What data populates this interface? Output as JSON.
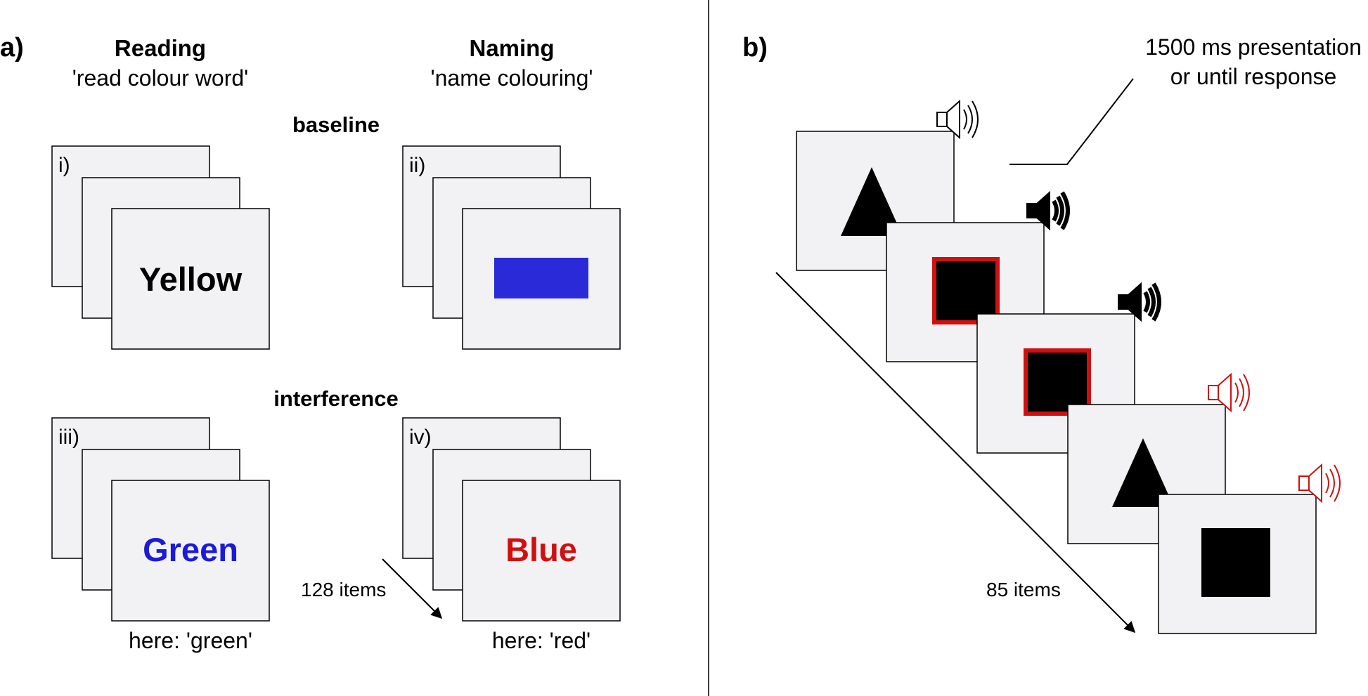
{
  "panel_a": {
    "label": "a)",
    "reading": {
      "title": "Reading",
      "subtitle": "'read colour word'"
    },
    "naming": {
      "title": "Naming",
      "subtitle": "'name colouring'"
    },
    "baseline_label": "baseline",
    "interference_label": "interference",
    "cards": [
      {
        "numeral": "i)",
        "content": "word",
        "word": "Yellow",
        "word_color": "#000000"
      },
      {
        "numeral": "ii)",
        "content": "rectangle",
        "patch_color": "#2a2ad8"
      },
      {
        "numeral": "iii)",
        "content": "word",
        "word": "Green",
        "word_color": "#1a1ad8"
      },
      {
        "numeral": "iv)",
        "content": "word",
        "word": "Blue",
        "word_color": "#d01010"
      }
    ],
    "answer_green": "here: 'green'",
    "answer_red": "here: 'red'",
    "item_count": "128 items"
  },
  "panel_b": {
    "label": "b)",
    "timing_line1": "1500 ms presentation",
    "timing_line2": "or until response",
    "item_count": "85 items",
    "trials": [
      {
        "shape": "triangle",
        "red_border": false,
        "speaker": "outline-black"
      },
      {
        "shape": "square",
        "red_border": true,
        "speaker": "filled-black"
      },
      {
        "shape": "square",
        "red_border": true,
        "speaker": "filled-black"
      },
      {
        "shape": "triangle",
        "red_border": false,
        "speaker": "outline-red"
      },
      {
        "shape": "square",
        "red_border": false,
        "speaker": "outline-red"
      }
    ]
  },
  "colors": {
    "card_fill": "#f2f2f4",
    "accent_red": "#d01010",
    "accent_blue": "#2a2ad8"
  }
}
